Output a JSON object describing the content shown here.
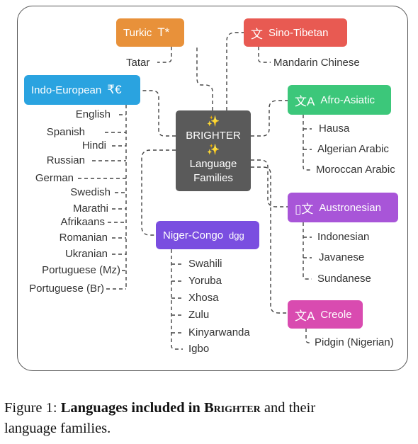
{
  "center": {
    "spark_top": "✨",
    "title": "BRIGHTER",
    "spark_mid": "✨",
    "line1": "Language",
    "line2": "Families"
  },
  "families": {
    "turkic": {
      "label": "Turkic",
      "icon": "T*",
      "color": "#e8913a",
      "languages": [
        "Tatar"
      ]
    },
    "sino_tibetan": {
      "label": "Sino-Tibetan",
      "icon": "文",
      "color": "#e85a52",
      "languages": [
        "Mandarin Chinese"
      ]
    },
    "indo_european": {
      "label": "Indo-European",
      "icon": "₹€",
      "color": "#2aa3e0",
      "languages": [
        "English",
        "Spanish",
        "Hindi",
        "Russian",
        "German",
        "Swedish",
        "Marathi",
        "Afrikaans",
        "Romanian",
        "Ukranian",
        "Portuguese (Mz)",
        "Portuguese (Br)"
      ]
    },
    "afro_asiatic": {
      "label": "Afro-Asiatic",
      "icon": "文A",
      "color": "#3cc77a",
      "languages": [
        "Hausa",
        "Algerian Arabic",
        "Moroccan Arabic"
      ]
    },
    "austronesian": {
      "label": "Austronesian",
      "icon": "▯文",
      "color": "#a855d8",
      "languages": [
        "Indonesian",
        "Javanese",
        "Sundanese"
      ]
    },
    "niger_congo": {
      "label": "Niger-Congo",
      "icon": "dgg",
      "color": "#7a4ee0",
      "languages": [
        "Swahili",
        "Yoruba",
        "Xhosa",
        "Zulu",
        "Kinyarwanda",
        "Igbo"
      ]
    },
    "creole": {
      "label": "Creole",
      "icon": "文A",
      "color": "#d94bb0",
      "languages": [
        "Pidgin (Nigerian)"
      ]
    }
  },
  "caption": {
    "prefix": "Figure 1: ",
    "bold": "Languages included in ",
    "brand": "Brighter",
    "suffix_line1": " and their",
    "line2": "language families."
  }
}
